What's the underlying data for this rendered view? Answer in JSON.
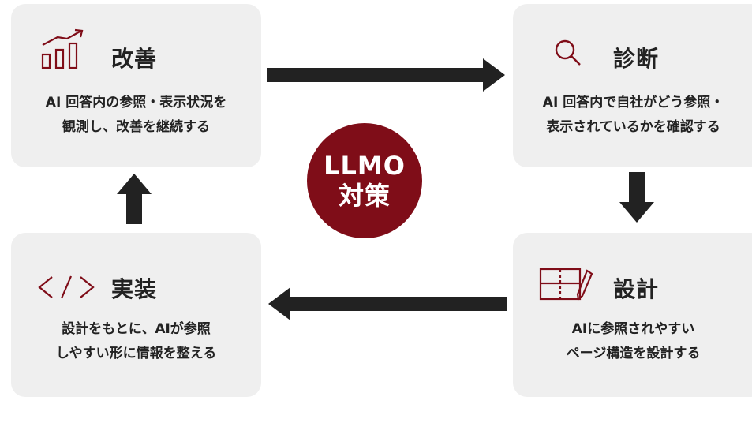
{
  "center": {
    "line1": "LLMO",
    "line2": "対策"
  },
  "cards": {
    "improve": {
      "title": "改善",
      "desc_line1": "AI 回答内の参照・表示状況を",
      "desc_line2": "観測し、改善を継続する",
      "icon": "chart-growth-icon"
    },
    "diagnose": {
      "title": "診断",
      "desc_line1": "AI 回答内で自社がどう参照・",
      "desc_line2": "表示されているかを確認する",
      "icon": "magnifier-icon"
    },
    "design": {
      "title": "設計",
      "desc_line1": "AIに参照されやすい",
      "desc_line2": "ページ構造を設計する",
      "icon": "blueprint-pen-icon"
    },
    "implement": {
      "title": "実装",
      "desc_line1": "設計をもとに、AIが参照",
      "desc_line2": "しやすい形に情報を整える",
      "icon": "code-icon"
    }
  },
  "colors": {
    "accent": "#7f0d18",
    "card_bg": "#efefef",
    "arrow": "#222222"
  }
}
